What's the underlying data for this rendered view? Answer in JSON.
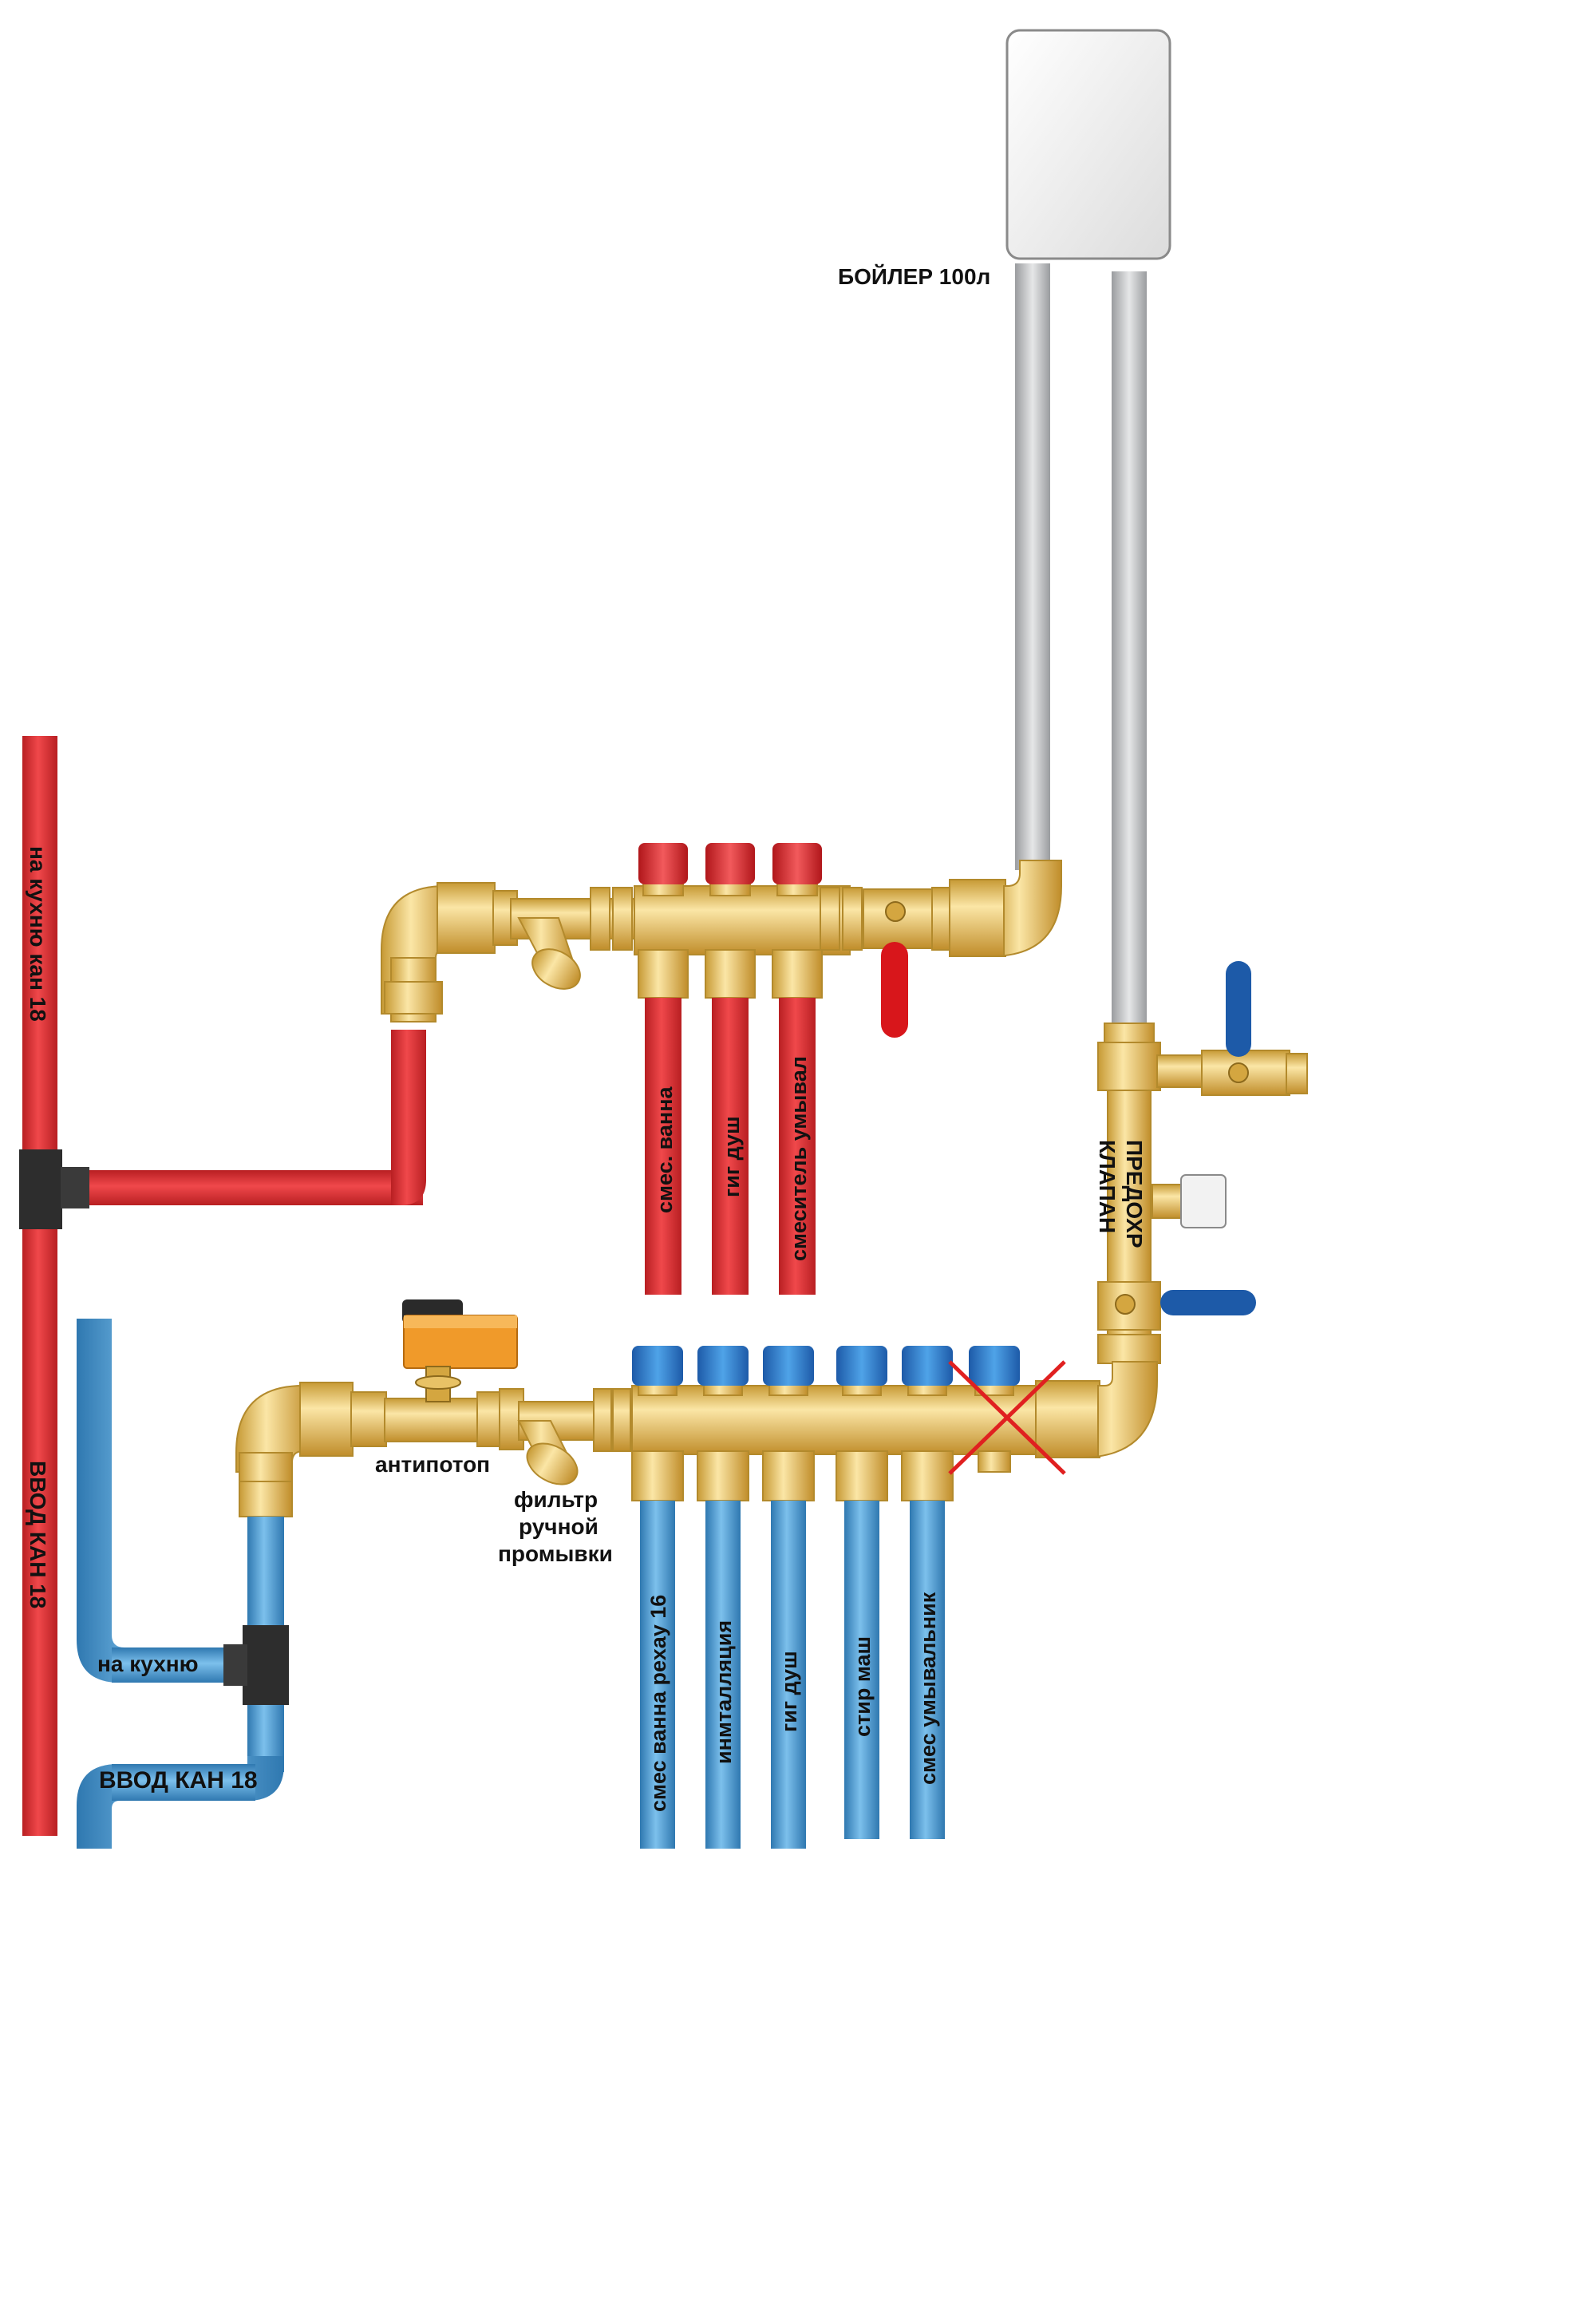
{
  "labels": {
    "boiler": "БОЙЛЕР 100л",
    "hot_riser": "на кухню кан 18",
    "cold_riser": "ВВОД КАН 18",
    "hot_outlets": [
      "смес. ванна",
      "гиг душ",
      "смеситель умывал"
    ],
    "cold_outlets": [
      "смес ванна рехау 16",
      "инмталляция",
      "гиг душ",
      "стир маш",
      "смес умывальник"
    ],
    "antipotop": "антипотоп",
    "filter": [
      "фильтр",
      "ручной",
      "промывки"
    ],
    "safety_valve": [
      "ПРЕДОХР",
      "КЛАПАН"
    ],
    "to_kitchen": "на кухню",
    "inlet": "ВВОД КАН 18"
  },
  "colors": {
    "hot_pipe": "#e8373a",
    "cold_pipe": "#5aa8dc",
    "boiler_pipe": "#c8c9cb",
    "brass": "#f3d27a",
    "tee": "#2a2a2a",
    "valve_handle_red": "#d8161b",
    "valve_handle_blue": "#1d5aa8",
    "actuator": "#f09a2a",
    "cross": "#e02020"
  }
}
